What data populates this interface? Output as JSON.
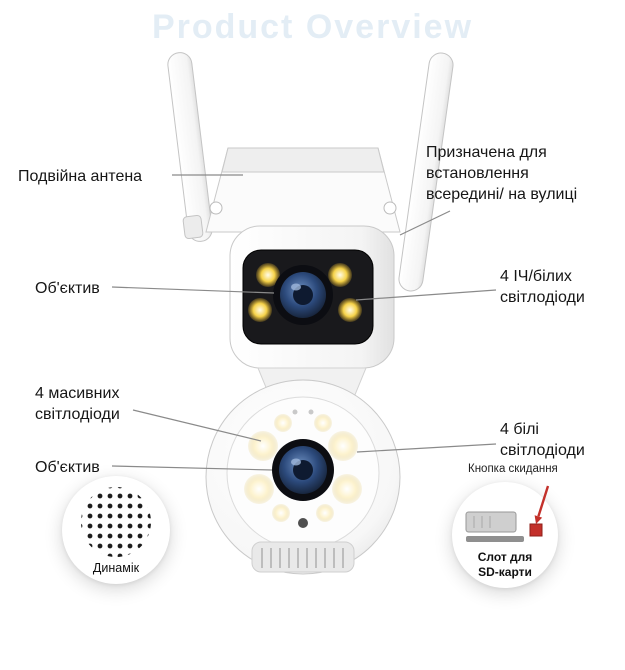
{
  "watermark": "Product Overview",
  "labels": {
    "antenna": "Подвійна антена",
    "placement": "Призначена для\nвстановлення\nвсередині/ на вулиці",
    "lens_top": "Об'єктив",
    "ir_leds": "4 ІЧ/білих\nсвітлодіоди",
    "massive_leds": "4 масивних\nсвітлодіоди",
    "lens_bottom": "Об'єктив",
    "white_leds": "4 білі\nсвітлодіоди",
    "reset_button": "Кнопка скидання",
    "speaker": "Динамік",
    "sd_slot": "Слот для\nSD-карти"
  },
  "icons": {
    "camera": "dual-lens-ptz-camera-illustration",
    "speaker_grill": "dot-grid-speaker-holes",
    "sd_card": "sd-card-in-slot",
    "reset": "red-reset-button",
    "reset_arrow": "red-arrow-pointer"
  },
  "colors": {
    "accent_red": "#c3302a",
    "led_yellow": "#f2c94c",
    "led_white": "#fdf3cf",
    "lens_blue": "#3c5e93",
    "watermark_blue": "#e3edf5",
    "leader_line": "#8a8a8a"
  }
}
